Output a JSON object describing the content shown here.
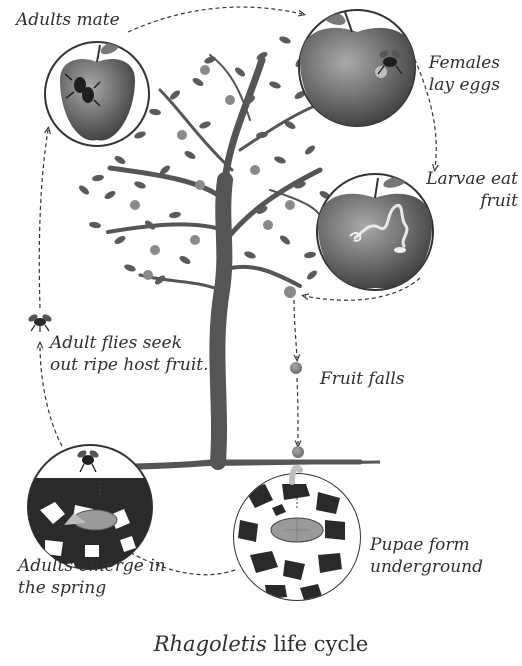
{
  "labels": {
    "adults_mate": "Adults mate",
    "females_lay_eggs": [
      "Females",
      "lay eggs"
    ],
    "larvae_eat_fruit": [
      "Larvae eat",
      "fruit"
    ],
    "fruit_falls": "Fruit falls",
    "adult_flies_seek": [
      "Adult flies seek",
      "out ripe host fruit."
    ],
    "pupae_form": [
      "Pupae form",
      "underground"
    ],
    "adults_emerge": [
      "Adults emerge in",
      "the spring"
    ]
  },
  "caption": {
    "genus": "Rhagoletis",
    "rest": " life cycle"
  },
  "colors": {
    "tree": "#555555",
    "leaf": "#5a5a5a",
    "fruit": "#8a8a8a",
    "apple_dark": "#3a3a3a",
    "apple_light": "#a0a0a0",
    "soil": "#2a2a2a"
  }
}
